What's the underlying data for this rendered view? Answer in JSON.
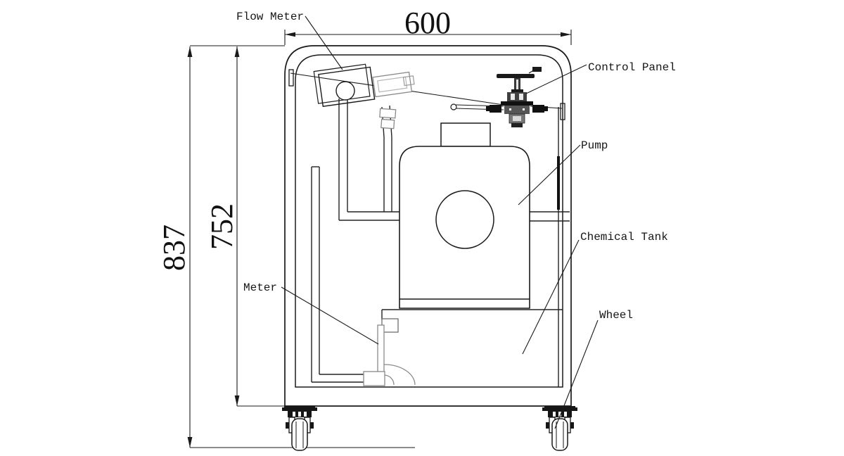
{
  "figure": {
    "background": "#ffffff",
    "line_color": "#1a1a1a",
    "detail_color": "#8a8a8a",
    "dimensions": {
      "width": "600",
      "overall_height": "837",
      "body_height": "752"
    },
    "labels": {
      "flow_meter": "Flow Meter",
      "control_panel": "Control Panel",
      "pump": "Pump",
      "chemical_tank": "Chemical Tank",
      "wheel": "Wheel",
      "meter": "Meter"
    }
  }
}
